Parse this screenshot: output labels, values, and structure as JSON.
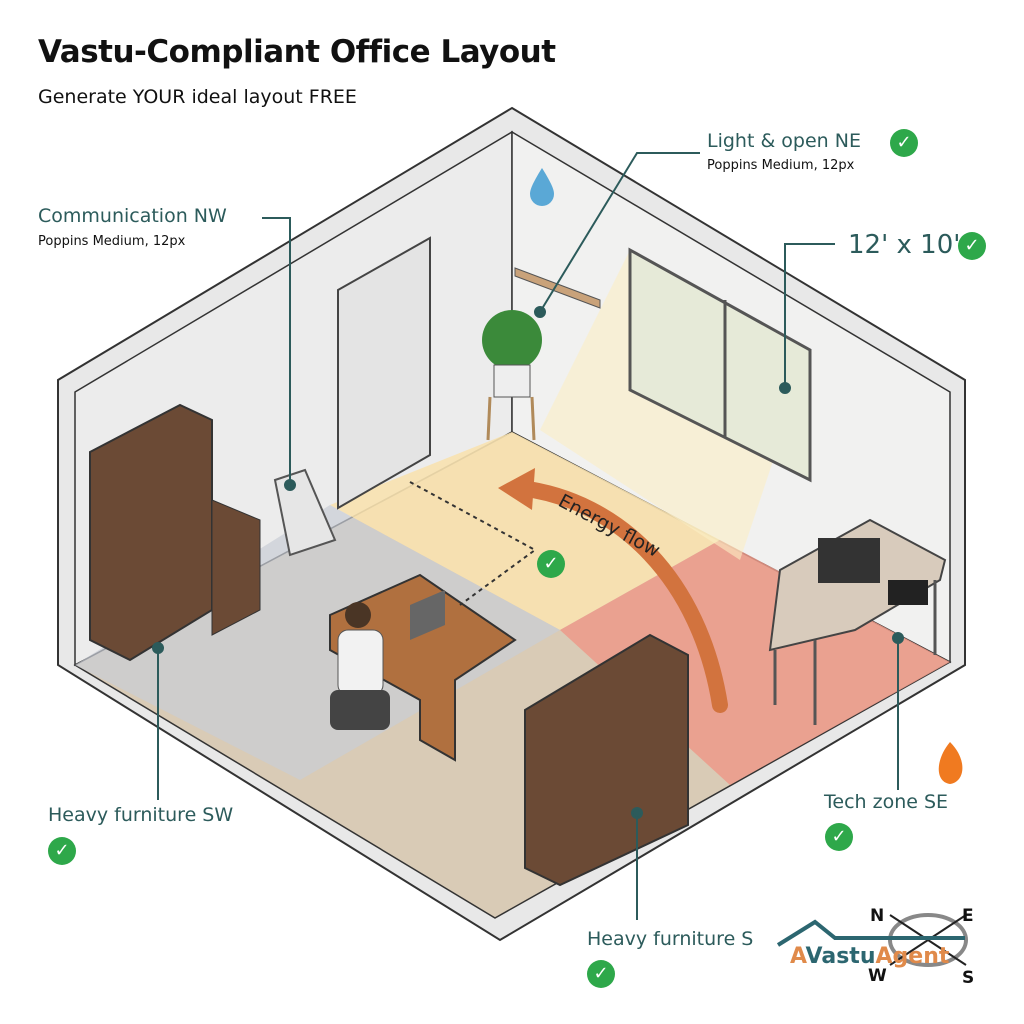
{
  "header": {
    "title": "Vastu-Compliant Office Layout",
    "subtitle": "Generate YOUR ideal layout FREE"
  },
  "labels": {
    "ne": {
      "title": "Light & open NE",
      "font_note": "Poppins Medium, 12px"
    },
    "nw": {
      "title": "Communication NW",
      "font_note": "Poppins Medium, 12px"
    },
    "dimensions": {
      "title": "12' x 10'"
    },
    "energy": {
      "title": "Energy flow"
    },
    "sw": {
      "title": "Heavy furniture SW"
    },
    "s": {
      "title": "Heavy furniture S"
    },
    "se": {
      "title": "Tech zone SE"
    }
  },
  "logo": {
    "text_part1": "Vastu",
    "text_part2": "Agent"
  },
  "compass": {
    "n": "N",
    "e": "E",
    "s": "S",
    "w": "W"
  },
  "icons": {
    "water": "water-drop-icon",
    "fire": "fire-icon",
    "check": "check-circle-icon"
  },
  "colors": {
    "accent_text": "#2c5b5b",
    "check": "#2ea84a",
    "energy_arrow": "#d2733e",
    "se_zone": "#ec9a8a",
    "ne_zone": "#f8e2b0"
  }
}
